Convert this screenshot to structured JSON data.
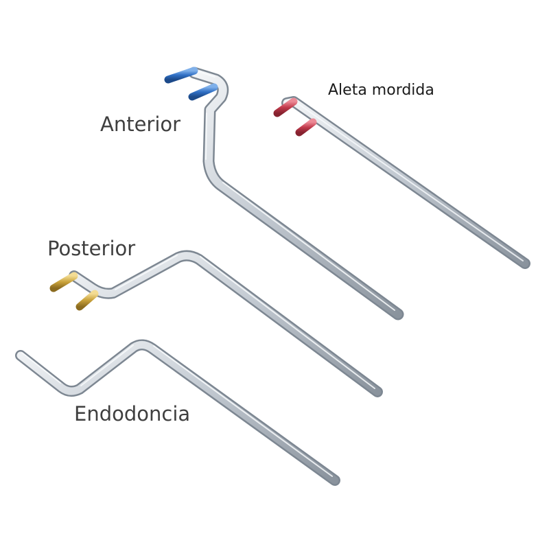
{
  "labels": {
    "anterior": "Anterior",
    "aleta_mordida": "Aleta mordida",
    "posterior": "Posterior",
    "endodoncia": "Endodoncia"
  },
  "colors": {
    "anterior_pins": "#2f6fc4",
    "aleta_pins": "#c23a4c",
    "posterior_pins": "#c9a23a",
    "metal_light": "#e9edf1",
    "metal_mid": "#b7bfc8",
    "metal_dark": "#7d8792"
  }
}
